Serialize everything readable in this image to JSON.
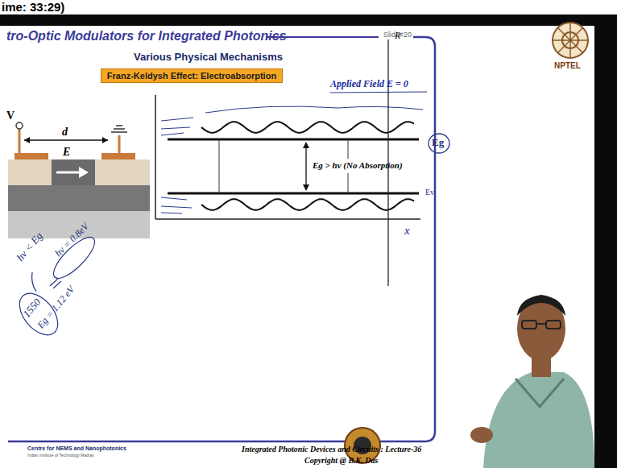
{
  "diagram": {
    "title": "tro-Optic Modulators for Integrated Photonics",
    "nodes": [
      {
        "text": [
          "Franz-Keldysh Effect: Electroabsorption"
        ]
      }
    ],
    "labels": [
      "ime: 33:29)",
      "Slide#20",
      "NPTEL",
      "Various Physical Mechanisms",
      "V",
      "d",
      "E",
      "Applied Field E = 0",
      "Eg > hν (No Absorption)",
      "Eg",
      "Ev",
      "R",
      "x",
      "hν < Eg",
      "1550",
      "hν = 0.8eV",
      "Eg = 1.12 eV",
      "Integrated Photonic Devices and Circuits : Lecture-36",
      "Copyright @ B.K. Das",
      "Centre for NEMS and Nanophotonics",
      "Indian Institute of Technology Madras"
    ]
  }
}
